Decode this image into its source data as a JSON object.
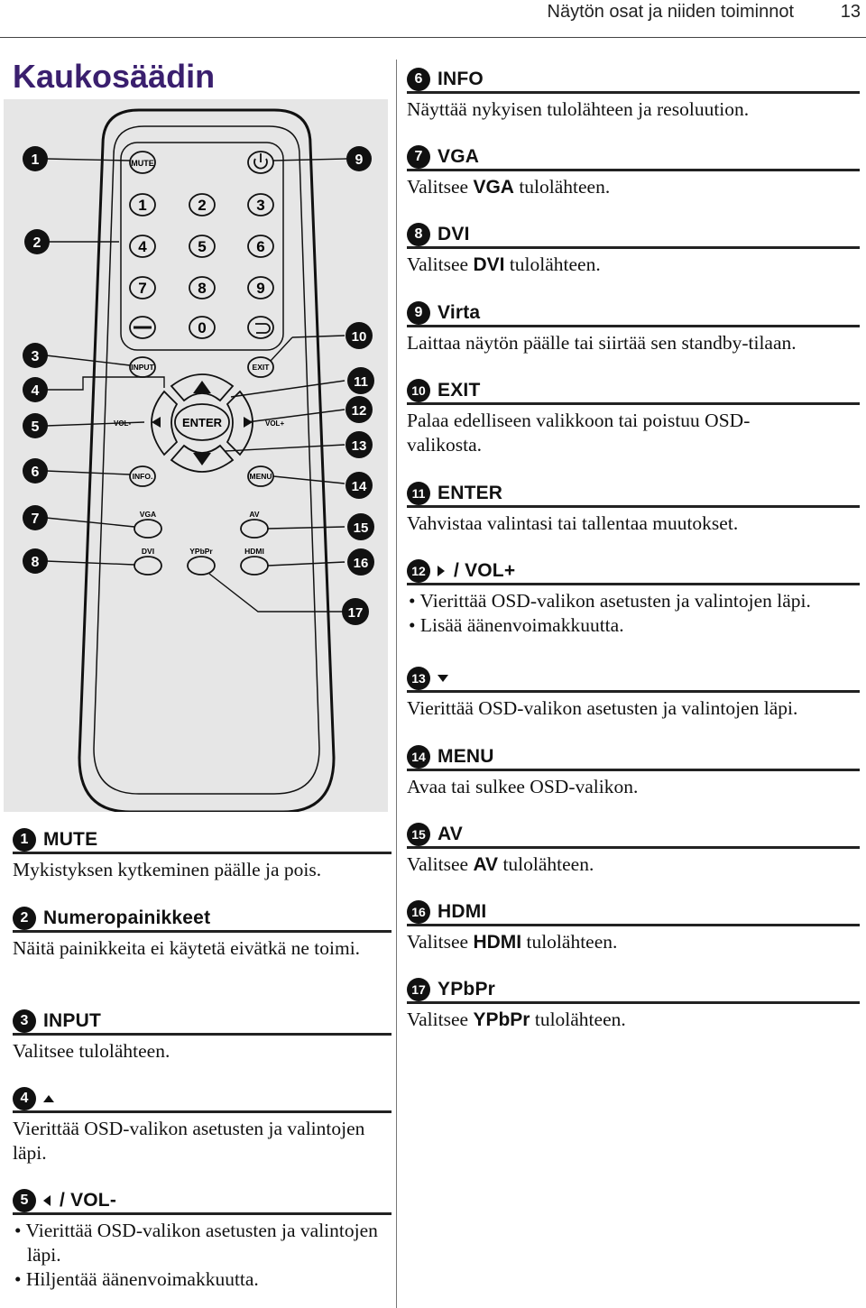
{
  "header": {
    "section": "Näytön osat ja niiden toiminnot",
    "page": "13"
  },
  "title": "Kaukosäädin",
  "remote": {
    "buttons": {
      "mute": "MUTE",
      "n1": "1",
      "n2": "2",
      "n3": "3",
      "n4": "4",
      "n5": "5",
      "n6": "6",
      "n7": "7",
      "n8": "8",
      "n9": "9",
      "n0": "0",
      "input": "INPUT",
      "exit": "EXIT",
      "enter": "ENTER",
      "vol_minus": "VOL-",
      "vol_plus": "VOL+",
      "info": "INFO.",
      "menu": "MENU",
      "vga": "VGA",
      "av": "AV",
      "dvi": "DVI",
      "ypbpr": "YPbPr",
      "hdmi": "HDMI"
    },
    "callouts": [
      "1",
      "2",
      "3",
      "4",
      "5",
      "6",
      "7",
      "8",
      "9",
      "10",
      "11",
      "12",
      "13",
      "14",
      "15",
      "16",
      "17"
    ]
  },
  "left_entries": [
    {
      "num": "1",
      "label": "MUTE",
      "text": "Mykistyksen kytkeminen päälle ja pois."
    },
    {
      "num": "2",
      "label": "Numeropainikkeet",
      "text": "Näitä painikkeita ei käytetä eivätkä ne toimi."
    },
    {
      "num": "3",
      "label": "INPUT",
      "text": "Valitsee tulolähteen."
    },
    {
      "num": "4",
      "label": "",
      "text": "Vierittää OSD-valikon asetusten ja valintojen läpi."
    },
    {
      "num": "5",
      "label": "/ VOL-",
      "bullets": [
        "Vierittää OSD-valikon asetusten ja valintojen läpi.",
        "Hiljentää äänenvoimakkuutta."
      ]
    }
  ],
  "right_entries": [
    {
      "num": "6",
      "label": "INFO",
      "text": "Näyttää nykyisen tulolähteen ja resoluution."
    },
    {
      "num": "7",
      "label": "VGA",
      "pre": "Valitsee ",
      "bold": "VGA",
      "post": " tulolähteen."
    },
    {
      "num": "8",
      "label": "DVI",
      "pre": "Valitsee ",
      "bold": "DVI",
      "post": " tulolähteen."
    },
    {
      "num": "9",
      "label": "Virta",
      "text": "Laittaa näytön päälle tai siirtää sen standby-tilaan."
    },
    {
      "num": "10",
      "label": "EXIT",
      "text": "Palaa edelliseen valikkoon tai poistuu OSD-valikosta."
    },
    {
      "num": "11",
      "label": "ENTER",
      "text": "Vahvistaa valintasi tai tallentaa muutokset."
    },
    {
      "num": "12",
      "label": "/ VOL+",
      "bullets": [
        "Vierittää OSD-valikon asetusten ja valintojen läpi.",
        "Lisää äänenvoimakkuutta."
      ]
    },
    {
      "num": "13",
      "label": "",
      "text": "Vierittää OSD-valikon asetusten ja valintojen läpi."
    },
    {
      "num": "14",
      "label": "MENU",
      "text": "Avaa tai sulkee OSD-valikon."
    },
    {
      "num": "15",
      "label": "AV",
      "pre": "Valitsee ",
      "bold": "AV",
      "post": " tulolähteen."
    },
    {
      "num": "16",
      "label": "HDMI",
      "pre": "Valitsee ",
      "bold": "HDMI",
      "post": " tulolähteen."
    },
    {
      "num": "17",
      "label": "YPbPr",
      "pre": "Valitsee ",
      "bold": "YPbPr",
      "post": " tulolähteen."
    }
  ]
}
